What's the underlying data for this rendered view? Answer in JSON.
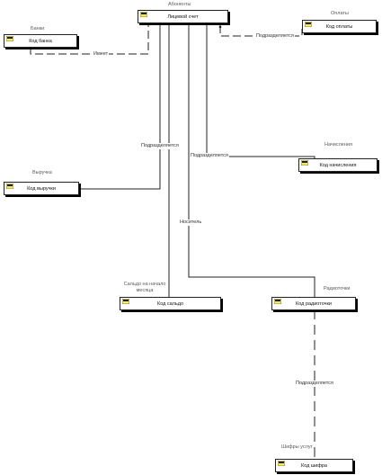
{
  "entities": {
    "abonenty": {
      "title": "Абоненты",
      "key": "Лицевой счет",
      "icon": "key-icon"
    },
    "banki": {
      "title": "Банки",
      "key": "Код банка",
      "icon": "key-icon"
    },
    "oplaty": {
      "title": "Оплаты",
      "key": "Код оплаты",
      "icon": "key-icon"
    },
    "vyruchka": {
      "title": "Выручка",
      "key": "Код выручки",
      "icon": "key-icon"
    },
    "nachisleniya": {
      "title": "Начисления",
      "key": "Код начисления",
      "icon": "key-icon"
    },
    "saldo": {
      "title": "Сальдо на начало месяца",
      "key": "Код сальдо",
      "icon": "key-icon"
    },
    "radiotochki": {
      "title": "Радиоточки",
      "key": "Код радиоточки",
      "icon": "key-icon"
    },
    "shifry": {
      "title": "Шифры услуг",
      "key": "Код шифра",
      "icon": "key-icon"
    }
  },
  "relationships": {
    "imeet": "Имеет",
    "abon_oplaty": "Подразделяется",
    "abon_vyruchka": "Подразделяется",
    "abon_nachisleniya": "Подразделяется",
    "abon_saldo": "Носитель",
    "radio_shifry": "Подразделяется"
  }
}
